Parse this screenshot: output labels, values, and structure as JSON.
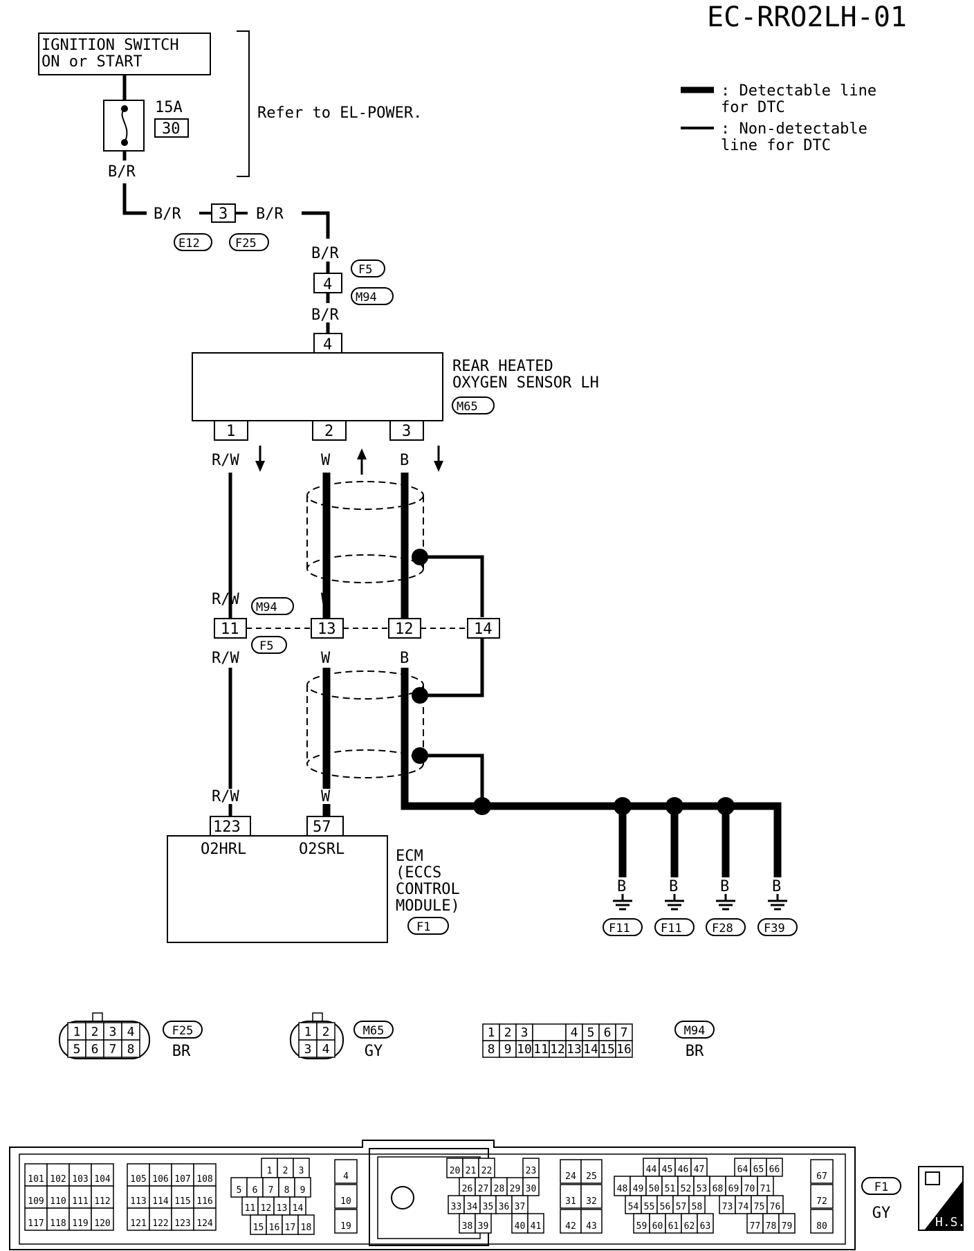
{
  "page_code": "EC-RRO2LH-01",
  "legend": {
    "detectable_line": ": Detectable line\nfor DTC",
    "non_detectable_line": ": Non-detectable\nline for DTC"
  },
  "power": {
    "switch_label": "IGNITION SWITCH\nON or START",
    "fuse_rating": "15A",
    "fuse_number": "30",
    "refer_text": "Refer to EL-POWER."
  },
  "wire_colors": {
    "br": "B/R",
    "rw": "R/W",
    "w": "W",
    "b": "B"
  },
  "connectors": {
    "e12": "E12",
    "f25": "F25",
    "f5": "F5",
    "m94": "M94",
    "m65": "M65",
    "f1": "F1",
    "f11": "F11",
    "f28": "F28",
    "f39": "F39"
  },
  "pins": {
    "e12_f25": "3",
    "f5_m94_power": "4",
    "sensor_power": "4",
    "sensor_1": "1",
    "sensor_2": "2",
    "sensor_3": "3",
    "m94_11": "11",
    "m94_13": "13",
    "m94_12": "12",
    "m94_14": "14",
    "ecm_123": "123",
    "ecm_57": "57"
  },
  "sensor": {
    "name": "REAR HEATED\nOXYGEN SENSOR LH"
  },
  "ecm": {
    "name": "ECM\n(ECCS\nCONTROL\nMODULE)",
    "terminal_a": "O2HRL",
    "terminal_b": "O2SRL"
  },
  "connector_views": {
    "f25": {
      "id": "F25",
      "color": "BR",
      "row1": [
        "1",
        "2",
        "3",
        "4"
      ],
      "row2": [
        "5",
        "6",
        "7",
        "8"
      ]
    },
    "m65": {
      "id": "M65",
      "color": "GY",
      "row1": [
        "1",
        "2"
      ],
      "row2": [
        "3",
        "4"
      ]
    },
    "m94": {
      "id": "M94",
      "color": "BR",
      "row1": [
        "1",
        "2",
        "3",
        "",
        "4",
        "5",
        "6",
        "7"
      ],
      "row2": [
        "8",
        "9",
        "10",
        "11",
        "12",
        "13",
        "14",
        "15",
        "16"
      ]
    },
    "f1": {
      "id": "F1",
      "color": "GY",
      "block1": [
        [
          "101",
          "102",
          "103",
          "104"
        ],
        [
          "109",
          "110",
          "111",
          "112"
        ],
        [
          "117",
          "118",
          "119",
          "120"
        ]
      ],
      "block2": [
        [
          "105",
          "106",
          "107",
          "108"
        ],
        [
          "113",
          "114",
          "115",
          "116"
        ],
        [
          "121",
          "122",
          "123",
          "124"
        ]
      ],
      "block3_r1": [
        "1",
        "2",
        "3"
      ],
      "block3_r2": [
        "5",
        "6",
        "7",
        "8",
        "9"
      ],
      "block3_r3": [
        "11",
        "12",
        "13",
        "14"
      ],
      "block3_r4": [
        "15",
        "16",
        "17",
        "18"
      ],
      "col_a": [
        "4",
        "10",
        "19"
      ],
      "block4_r1": [
        "20",
        "21",
        "22",
        "23"
      ],
      "block4_r2": [
        "26",
        "27",
        "28",
        "29",
        "30"
      ],
      "block4_r3": [
        "33",
        "34",
        "35",
        "36",
        "37"
      ],
      "block4_r4": [
        "38",
        "39",
        "40",
        "41"
      ],
      "col_b": [
        [
          "24",
          "25"
        ],
        [
          "31",
          "32"
        ],
        [
          "42",
          "43"
        ]
      ],
      "block5_r1": [
        "44",
        "45",
        "46",
        "47",
        "64",
        "65",
        "66"
      ],
      "block5_r2": [
        "48",
        "49",
        "50",
        "51",
        "52",
        "53",
        "68",
        "69",
        "70",
        "71"
      ],
      "block5_r3": [
        "54",
        "55",
        "56",
        "57",
        "58",
        "73",
        "74",
        "75",
        "76"
      ],
      "block5_r4": [
        "59",
        "60",
        "61",
        "62",
        "63",
        "77",
        "78",
        "79"
      ],
      "col_c": [
        "67",
        "72",
        "80"
      ]
    }
  },
  "badge": "H.S."
}
